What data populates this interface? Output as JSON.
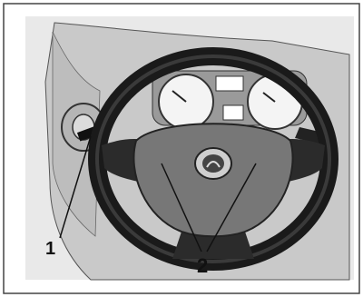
{
  "figure": {
    "callouts": [
      {
        "id": "1",
        "label": "1"
      },
      {
        "id": "2",
        "label": "2"
      }
    ]
  },
  "colors": {
    "frame_bg": "#e9e9e9",
    "dashboard": "#c9c9c9",
    "wheel": "#2a2a2a",
    "airbag": "#777777",
    "gauge_face": "#f4f4f4"
  },
  "icons": [
    "lada-logo-icon",
    "speedometer-icon",
    "tachometer-icon",
    "ignition-switch-icon"
  ]
}
